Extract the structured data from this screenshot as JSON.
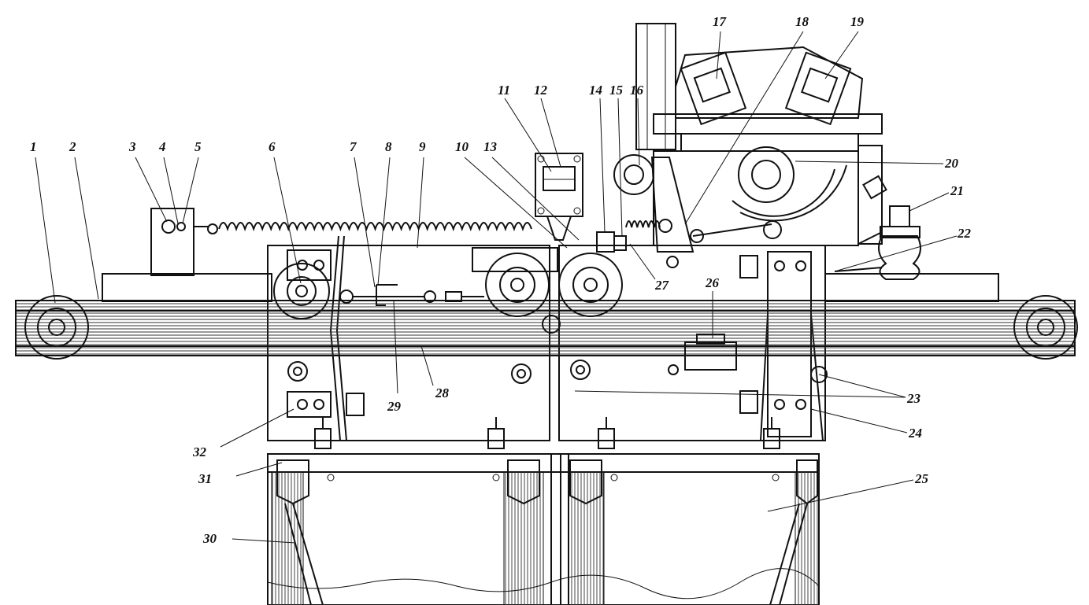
{
  "diagram": {
    "labels": [
      "1",
      "2",
      "3",
      "4",
      "5",
      "6",
      "7",
      "8",
      "9",
      "10",
      "11",
      "12",
      "13",
      "14",
      "15",
      "16",
      "17",
      "18",
      "19",
      "20",
      "21",
      "22",
      "23",
      "24",
      "25",
      "26",
      "27",
      "28",
      "29",
      "30",
      "31",
      "32"
    ]
  },
  "colors": {
    "ink": "#111111",
    "paper": "#ffffff",
    "hatch": "#555555"
  }
}
